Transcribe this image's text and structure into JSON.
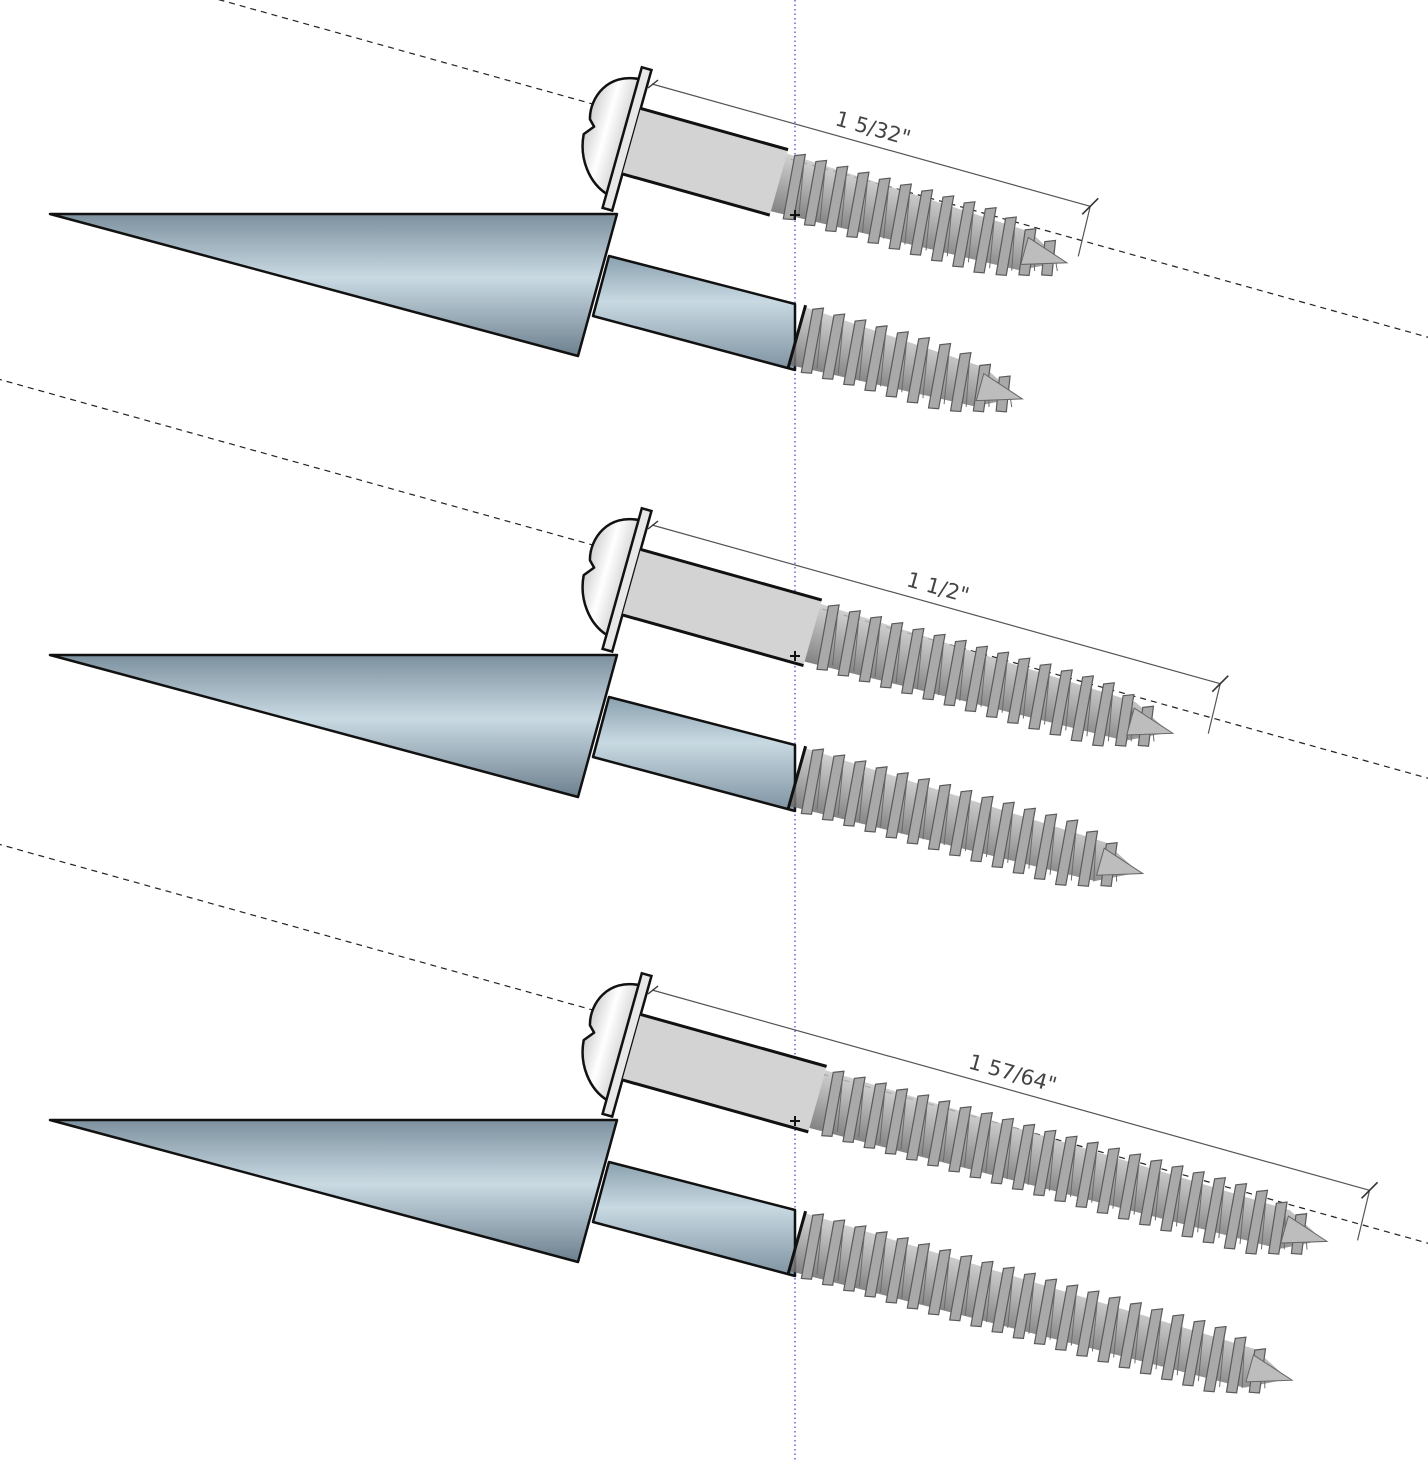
{
  "colors": {
    "background": "#ffffff",
    "cone_light": "#c6d7e0",
    "cone_dark": "#6f8392",
    "shank_gray": "#d3d3d3",
    "thread_gray": "#9a9a9a",
    "thread_dark": "#5e5e5e",
    "outline": "#111111",
    "guide_line": "#222222",
    "axis_line": "#3c3cc8",
    "dimension_line": "#555555"
  },
  "icons": {
    "screw": "screw-icon",
    "countersink_bit": "countersink-bit-icon",
    "origin_marker": "crosshair-icon"
  },
  "assemblies": [
    {
      "label": "1 5/32\""
    },
    {
      "label": "1 1/2\""
    },
    {
      "label": "1 57/64\""
    }
  ]
}
